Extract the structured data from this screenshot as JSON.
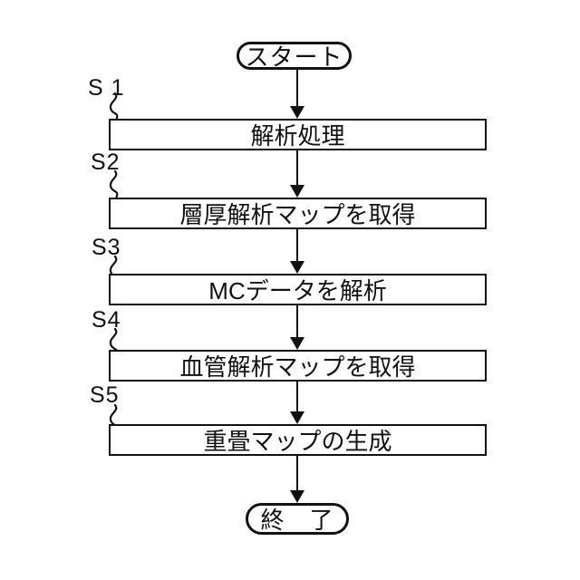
{
  "diagram": {
    "type": "flowchart",
    "start": {
      "label": "スタート"
    },
    "end": {
      "label": "終　了"
    },
    "steps": [
      {
        "id": "S 1",
        "label": "解析処理"
      },
      {
        "id": "S2",
        "label": "層厚解析マップを取得"
      },
      {
        "id": "S3",
        "label": "MCデータを解析"
      },
      {
        "id": "S4",
        "label": "血管解析マップを取得"
      },
      {
        "id": "S5",
        "label": "重畳マップの生成"
      }
    ],
    "colors": {
      "line": "#111111",
      "background": "#ffffff",
      "box_fill": "#ffffff"
    }
  }
}
